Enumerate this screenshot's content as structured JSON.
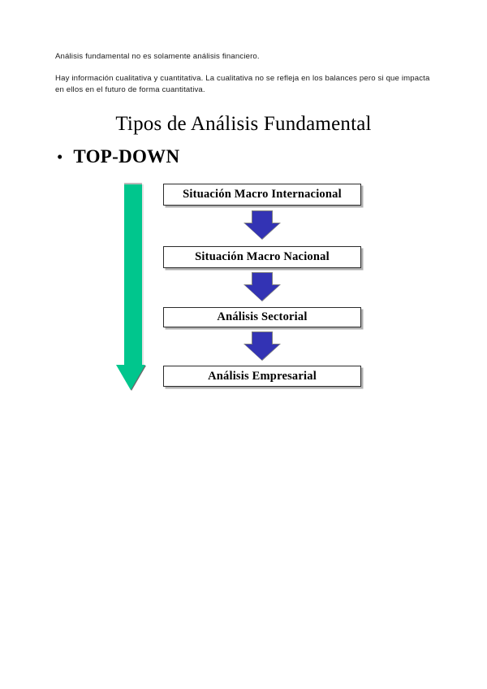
{
  "document": {
    "intro_paragraphs": [
      "Análisis fundamental no es solamente análisis financiero.",
      "Hay información cualitativa y cuantitativa. La cualitativa no se refleja en los balances pero si que impacta en ellos en el futuro de forma cuantitativa."
    ],
    "title": "Tipos de Análisis Fundamental",
    "bullet": {
      "marker": "•",
      "label": "TOP-DOWN"
    }
  },
  "diagram": {
    "type": "top-down-flow",
    "flow_direction_label": "descending",
    "nodes": [
      {
        "label": "Situación Macro Internacional"
      },
      {
        "label": "Situación Macro Nacional"
      },
      {
        "label": "Análisis Sectorial"
      },
      {
        "label": "Análisis Empresarial"
      }
    ],
    "connectors": [
      {
        "icon": "down-arrow-icon"
      },
      {
        "icon": "down-arrow-icon"
      },
      {
        "icon": "down-arrow-icon"
      }
    ],
    "side_arrow": {
      "icon": "long-down-arrow-icon"
    },
    "colors": {
      "connector_blue": "#3333B4",
      "side_arrow_green": "#00C68D",
      "node_border": "#2b2b2b",
      "node_shadow": "#b0b0b0",
      "page_background": "#ffffff",
      "text": "#000000"
    }
  }
}
